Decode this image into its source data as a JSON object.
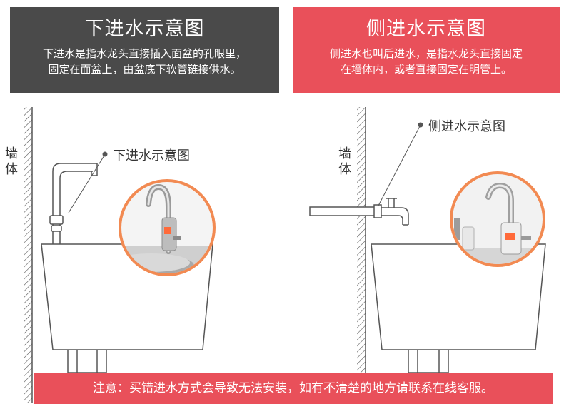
{
  "left_panel": {
    "title": "下进水示意图",
    "desc_line1": "下进水是指水龙头直接插入面盆的孔眼里，",
    "desc_line2": "固定在面盆上，由盆底下软管链接供水。"
  },
  "right_panel": {
    "title": "侧进水示意图",
    "desc_line1": "侧进水也叫后进水，是指水龙头直接固定",
    "desc_line2": "在墙体内，或者直接固定在明管上。"
  },
  "left_diagram": {
    "wall_label": "墙体",
    "callout": "下进水示意图"
  },
  "right_diagram": {
    "wall_label": "墙体",
    "callout": "侧进水示意图"
  },
  "footer": {
    "note": "注意：买错进水方式会导致无法安装，如有不清楚的地方请联系在线客服。"
  },
  "colors": {
    "dark_panel": "#4a4a4a",
    "accent_red": "#e9505a",
    "photo_ring": "#f28a52"
  }
}
